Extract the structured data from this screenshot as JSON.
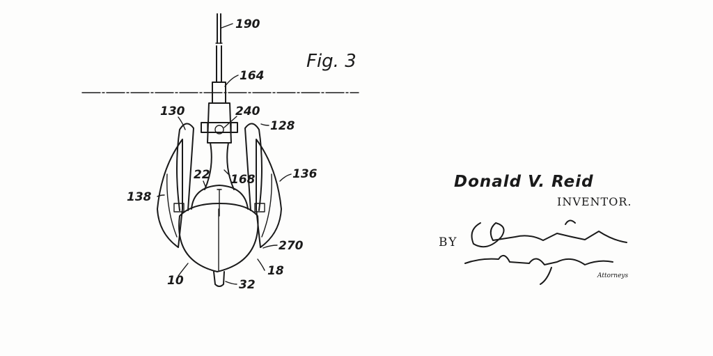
{
  "figure": {
    "title": "Fig. 3",
    "reference_numerals": {
      "n190": "190",
      "n164": "164",
      "n240": "240",
      "n130": "130",
      "n128": "128",
      "n22": "22",
      "n168": "168",
      "n136": "136",
      "n138": "138",
      "n270": "270",
      "n10": "10",
      "n18": "18",
      "n32": "32"
    }
  },
  "signature_block": {
    "inventor_name": "Donald V. Reid",
    "inventor_caption": "INVENTOR.",
    "by_label": "BY",
    "attorney_signatures": "Clarence A. O'Brien and Harvey B. Jacobson",
    "attorneys_caption": "Attorneys"
  },
  "colors": {
    "ink": "#1a1a1a",
    "paper": "#fdfdfc"
  }
}
